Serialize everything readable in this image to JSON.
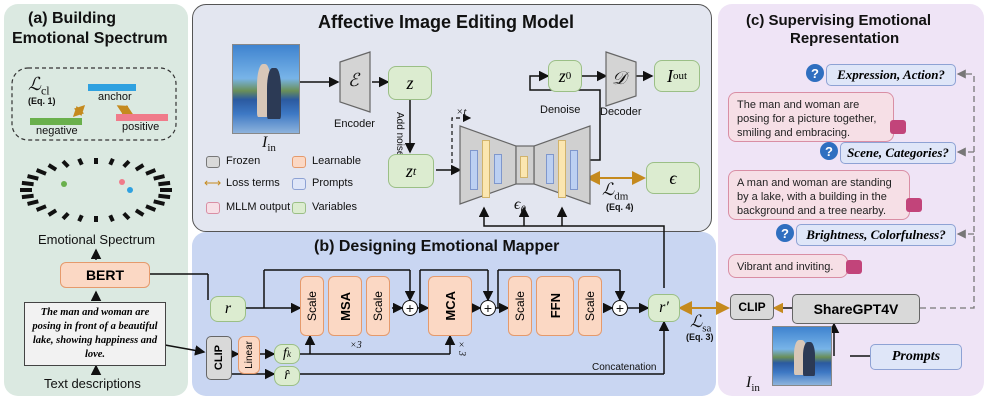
{
  "panel_a": {
    "title_line1": "(a) Building",
    "title_line2": "Emotional Spectrum",
    "loss_cl": "ℒ",
    "loss_cl_sub": "cl",
    "eq1": "(Eq. 1)",
    "anchor": "anchor",
    "negative": "negative",
    "positive": "positive",
    "spectrum_label": "Emotional Spectrum",
    "bert": "BERT",
    "text_description": "The man and woman are posing in front of a beautiful lake, showing happiness and love.",
    "text_descriptions_label": "Text descriptions"
  },
  "panel_main": {
    "title": "Affective Image Editing Model",
    "iin": "I",
    "iin_sub": "in",
    "encoder_symbol": "ℰ",
    "encoder_label": "Encoder",
    "z": "z",
    "add_noise": "Add noise ϵ",
    "zt": "z",
    "zt_sub": "t",
    "times_t": "×t",
    "z0": "z",
    "z0_sub": "0",
    "denoise": "Denoise",
    "decoder_symbol": "𝒟",
    "decoder_label": "Decoder",
    "iout": "I",
    "iout_sub": "out",
    "epsilon": "ϵ",
    "epsilon_theta": "ϵ",
    "epsilon_theta_sub": "θ",
    "loss_dm": "ℒ",
    "loss_dm_sub": "dm",
    "eq4": "(Eq. 4)",
    "legend": {
      "frozen": "Frozen",
      "learnable": "Learnable",
      "loss_terms": "Loss terms",
      "prompts": "Prompts",
      "mllm_output": "MLLM output",
      "variables": "Variables"
    }
  },
  "panel_b": {
    "title": "(b) Designing Emotional Mapper",
    "r": "r",
    "scale": "Scale",
    "msa": "MSA",
    "mca": "MCA",
    "ffn": "FFN",
    "x3": "×3",
    "r_prime": "r′",
    "clip": "CLIP",
    "linear": "Linear",
    "fk": "f",
    "fk_sup": "k",
    "rhat": "r̂",
    "concatenation": "Concatenation",
    "loss_sa": "ℒ",
    "loss_sa_sub": "sa",
    "eq3": "(Eq. 3)"
  },
  "panel_c": {
    "title_line1": "(c) Supervising Emotional",
    "title_line2": "Representation",
    "q1": "Expression, Action?",
    "a1": "The man and woman are posing for a picture together, smiling and embracing.",
    "q2": "Scene, Categories?",
    "a2": "A man and woman are standing by a lake, with a building in the background and a tree nearby.",
    "q3": "Brightness, Colorfulness?",
    "a3": "Vibrant and inviting.",
    "clip": "CLIP",
    "sharegpt": "ShareGPT4V",
    "prompts": "Prompts",
    "iin": "I",
    "iin_sub": "in"
  },
  "colors": {
    "panel_a_bg": "#dbe9e1",
    "panel_main_bg": "#e3e6f0",
    "panel_b_bg": "#c9d6f2",
    "panel_c_bg": "#efe4f6",
    "variable_fill": "#dcecd0",
    "learnable_fill": "#fbd8c4",
    "loss_arrow": "#c58a1e",
    "frozen_fill": "#d9d9d9"
  }
}
